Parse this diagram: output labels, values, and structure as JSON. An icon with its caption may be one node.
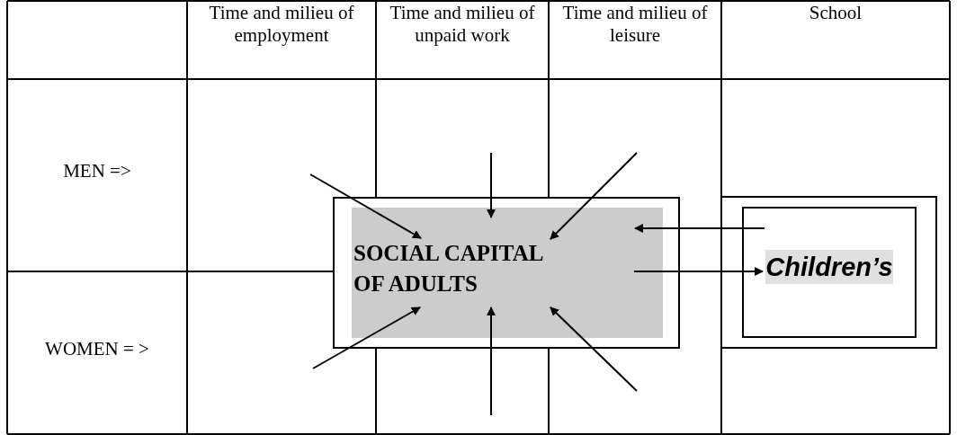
{
  "diagram": {
    "nodes": [
      {
        "text": [
          "SOCIAL CAPITAL OF ADULTS"
        ]
      },
      {
        "text": [
          "Children’s"
        ]
      }
    ],
    "edges": [
      {
        "from": null,
        "to": 0,
        "arrow": "to"
      },
      {
        "from": null,
        "to": 0,
        "arrow": "to"
      },
      {
        "from": null,
        "to": 0,
        "arrow": "to"
      },
      {
        "from": null,
        "to": 0,
        "arrow": "to"
      },
      {
        "from": null,
        "to": 0,
        "arrow": "to"
      },
      {
        "from": null,
        "to": 0,
        "arrow": "to"
      },
      {
        "from": 1,
        "to": 0,
        "arrow": "to"
      },
      {
        "from": 0,
        "to": 1,
        "arrow": "to"
      }
    ],
    "labels": [
      "Time and milieu of employment",
      "Time and milieu of unpaid work",
      "Time and milieu of leisure",
      "School",
      "MEN =>",
      "WOMEN = >"
    ]
  }
}
